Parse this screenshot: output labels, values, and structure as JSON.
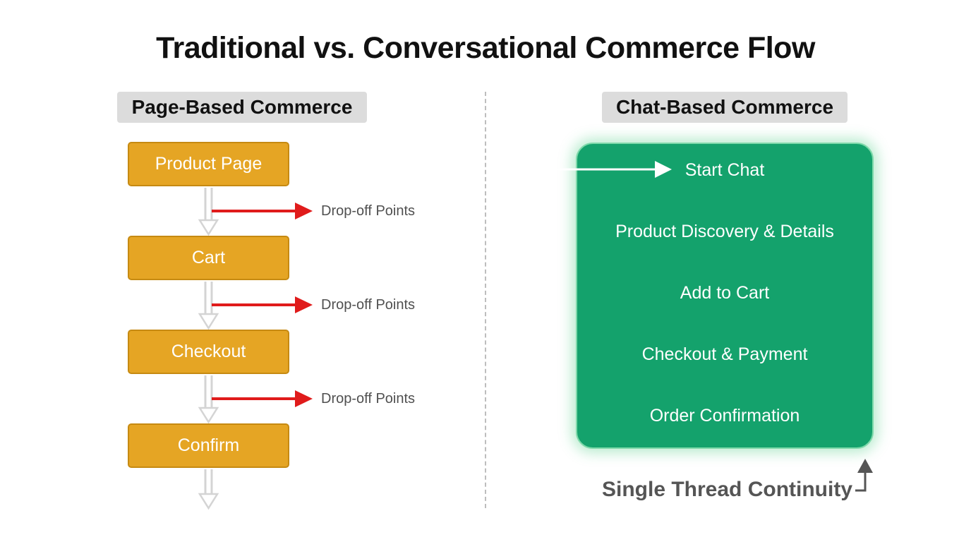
{
  "title": "Traditional vs. Conversational Commerce Flow",
  "left_panel": {
    "label": "Page-Based Commerce",
    "steps": [
      "Product Page",
      "Cart",
      "Checkout",
      "Confirm"
    ],
    "dropoff_label": "Drop-off Points"
  },
  "right_panel": {
    "label": "Chat-Based Commerce",
    "steps": [
      "Start Chat",
      "Product Discovery & Details",
      "Add to Cart",
      "Checkout & Payment",
      "Order Confirmation"
    ],
    "footer": "Single Thread Continuity"
  },
  "colors": {
    "step_fill": "#e5a524",
    "chat_fill": "#14a26c",
    "dropoff_arrow": "#e01b1b"
  }
}
